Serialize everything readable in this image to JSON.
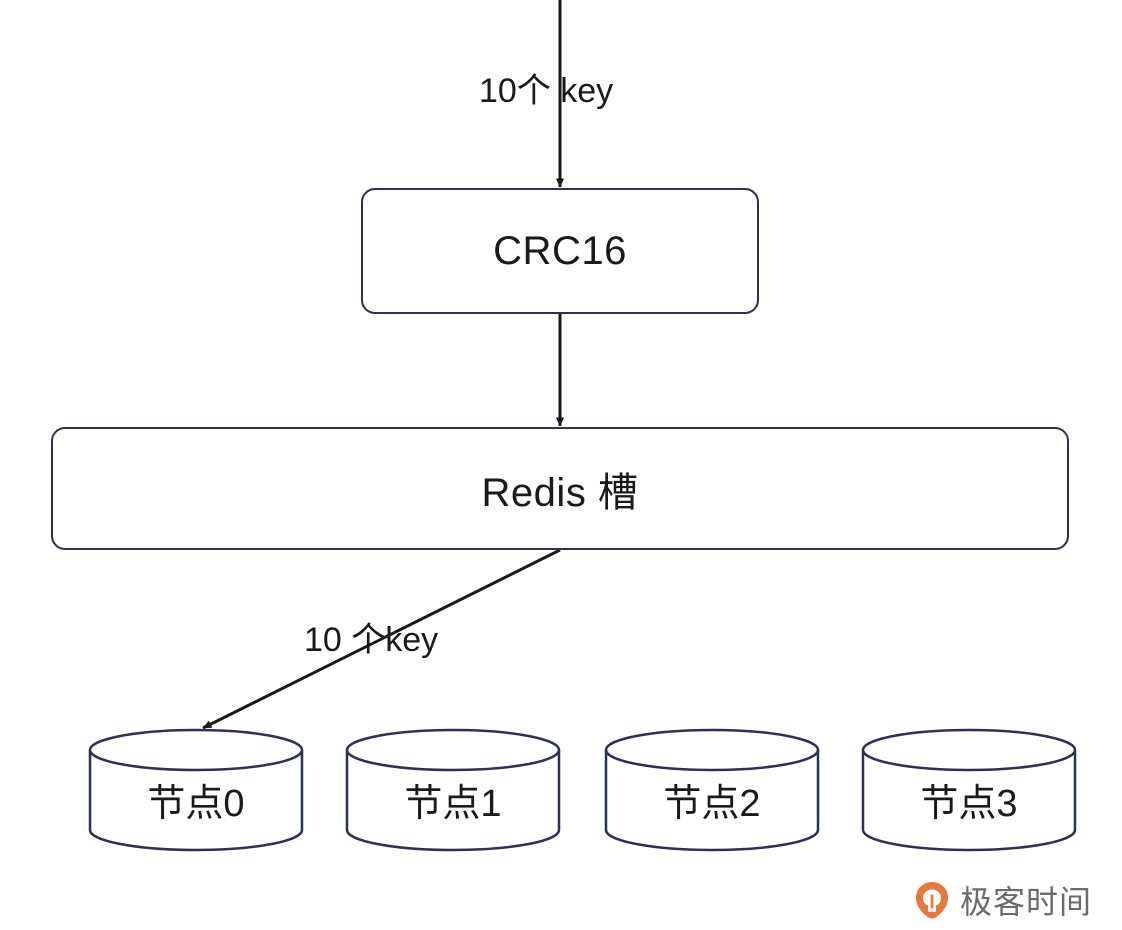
{
  "diagram": {
    "title": "Redis Cluster key to slot to node mapping",
    "colors": {
      "shape_stroke": "#2b3255",
      "arrow_stroke": "#1a1a1a",
      "text": "#1a1a1a",
      "watermark_text": "#6b6b6b",
      "watermark_logo": "#e8783c",
      "background": "#ffffff"
    },
    "boxes": [
      {
        "id": "crc16",
        "label": "CRC16"
      },
      {
        "id": "redis_slot",
        "label": "Redis 槽"
      }
    ],
    "edges": [
      {
        "id": "incoming_keys",
        "label": "10个 key",
        "from": "input",
        "to": "crc16"
      },
      {
        "id": "crc16_to_slot",
        "label": "",
        "from": "crc16",
        "to": "redis_slot"
      },
      {
        "id": "slot_to_node0",
        "label": "10 个key",
        "from": "redis_slot",
        "to": "node0"
      }
    ],
    "nodes": [
      {
        "id": "node0",
        "label": "节点0"
      },
      {
        "id": "node1",
        "label": "节点1"
      },
      {
        "id": "node2",
        "label": "节点2"
      },
      {
        "id": "node3",
        "label": "节点3"
      }
    ]
  },
  "watermark": {
    "text": "极客时间",
    "logo_icon": "geektime-logo-icon"
  }
}
